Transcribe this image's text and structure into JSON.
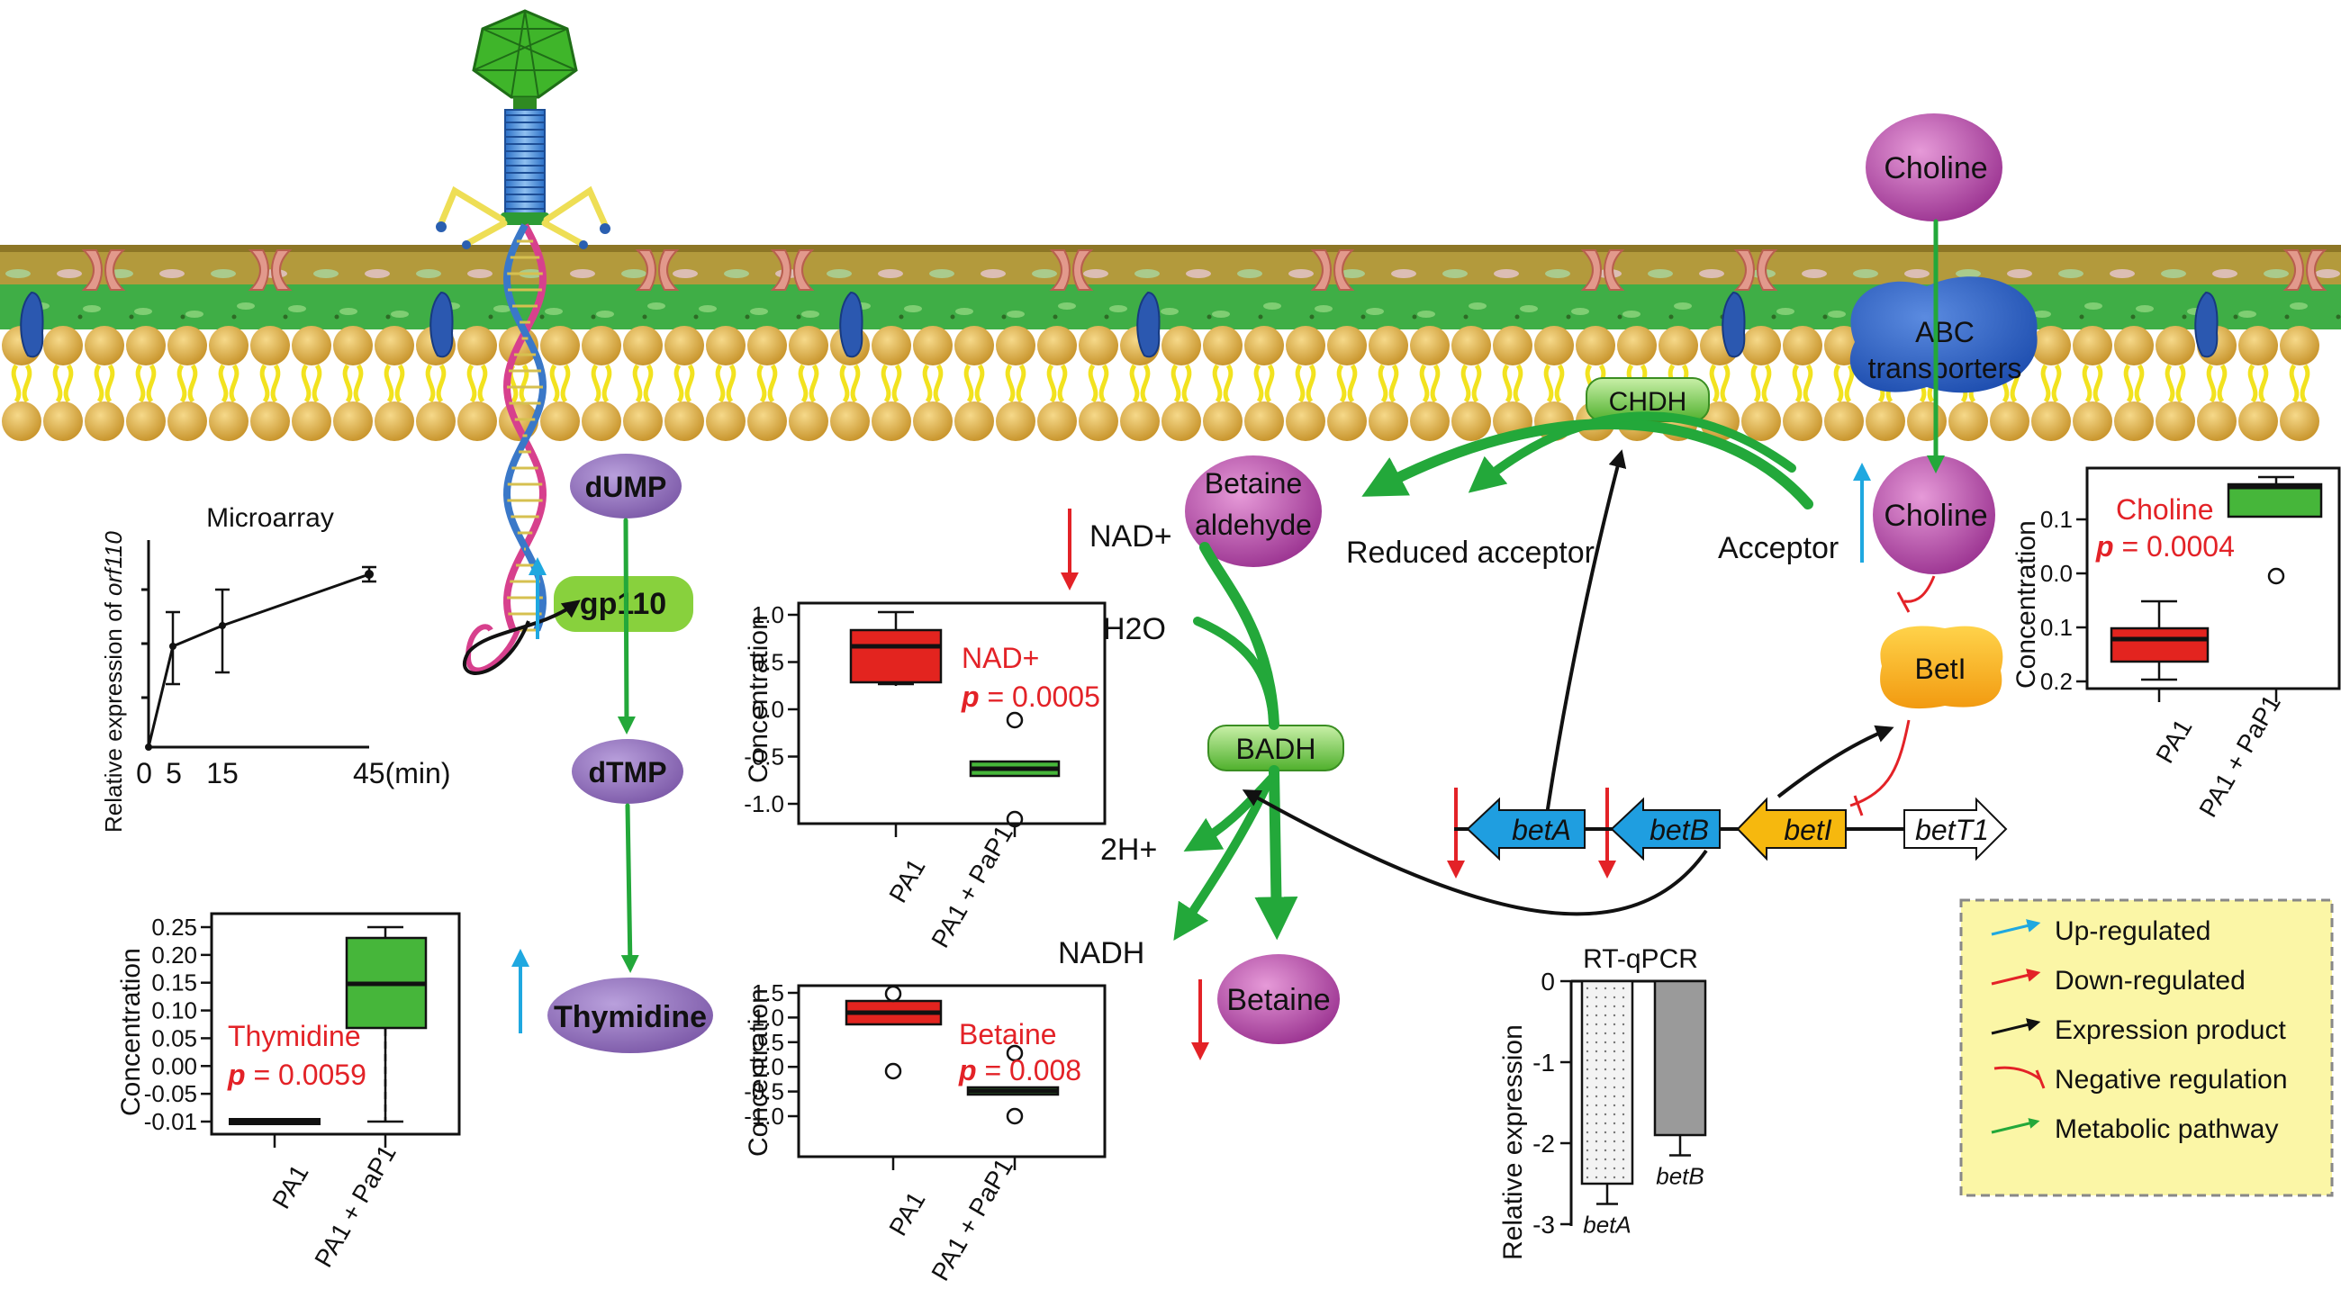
{
  "colors": {
    "up": "#1fa8e0",
    "down": "#e32227",
    "product": "#111111",
    "negative": "#e32227",
    "metabolic": "#23a83a",
    "purple_node": "#8e6bb8",
    "magenta_node": "#b04aa8",
    "green_node": "#55c23a",
    "legend_bg": "#fbf6a6"
  },
  "nodes": {
    "dump": "dUMP",
    "gp110": "gp110",
    "dtmp": "dTMP",
    "thymidine": "Thymidine",
    "choline_top": "Choline",
    "abc_line1": "ABC",
    "abc_line2": "transporters",
    "chdh": "CHDH",
    "betaine_aldehyde_line1": "Betaine",
    "betaine_aldehyde_line2": "aldehyde",
    "reduced_acceptor": "Reduced acceptor",
    "acceptor": "Acceptor",
    "choline_in": "Choline",
    "beti_protein": "BetI",
    "badh": "BADH",
    "betaine": "Betaine",
    "nad_plus": "NAD+",
    "h2o": "H2O",
    "two_h_plus": "2H+",
    "nadh": "NADH"
  },
  "genes": [
    "betA",
    "betB",
    "betI",
    "betT1"
  ],
  "legend": [
    {
      "label": "Up-regulated",
      "color": "#1fa8e0",
      "kind": "arrow"
    },
    {
      "label": "Down-regulated",
      "color": "#e32227",
      "kind": "arrow"
    },
    {
      "label": "Expression product",
      "color": "#111111",
      "kind": "arrow"
    },
    {
      "label": "Negative regulation",
      "color": "#e32227",
      "kind": "inhibit"
    },
    {
      "label": "Metabolic pathway",
      "color": "#23a83a",
      "kind": "arrow"
    }
  ],
  "microarray": {
    "title": "Microarray",
    "ylabel_prefix": "Relative expression of ",
    "ylabel_gene": "orf110",
    "x_ticks": [
      "0",
      "5",
      "15",
      "45(min)"
    ]
  },
  "boxplots": {
    "nad": {
      "label": "NAD+",
      "p_prefix": "p",
      "p_value": " = 0.0005",
      "ylabel": "Concentration",
      "ticks": [
        "1.0",
        "0.5",
        "0.0",
        "-0.5",
        "-1.0"
      ],
      "groups": [
        "PA1",
        "PA1 + PaP1"
      ]
    },
    "betaine": {
      "label": "Betaine",
      "p_prefix": "p",
      "p_value": " = 0.008",
      "ylabel": "Concentration",
      "ticks": [
        "1.5",
        "1.0",
        "0.5",
        "0.0",
        "-0.5",
        "-1.0"
      ],
      "groups": [
        "PA1",
        "PA1 + PaP1"
      ]
    },
    "thymidine": {
      "label": "Thymidine",
      "p_prefix": "p",
      "p_value": " = 0.0059",
      "ylabel": "Concentration",
      "ticks": [
        "0.25",
        "0.20",
        "0.15",
        "0.10",
        "0.05",
        "0.00",
        "-0.05",
        "-0.01"
      ],
      "groups": [
        "PA1",
        "PA1 + PaP1"
      ]
    },
    "choline": {
      "label": "Choline",
      "p_prefix": "p",
      "p_value": " = 0.0004",
      "ylabel": "Concentration",
      "ticks": [
        "0.1",
        "0.0",
        "0.1",
        "0.2"
      ],
      "groups": [
        "PA1",
        "PA1 + PaP1"
      ]
    }
  },
  "rtqpcr": {
    "title": "RT-qPCR",
    "ylabel": "Relative expression",
    "ticks": [
      "0",
      "-1",
      "-2",
      "-3"
    ],
    "bars": [
      {
        "gene": "betA",
        "value": -2.5
      },
      {
        "gene": "betB",
        "value": -1.9
      }
    ]
  }
}
